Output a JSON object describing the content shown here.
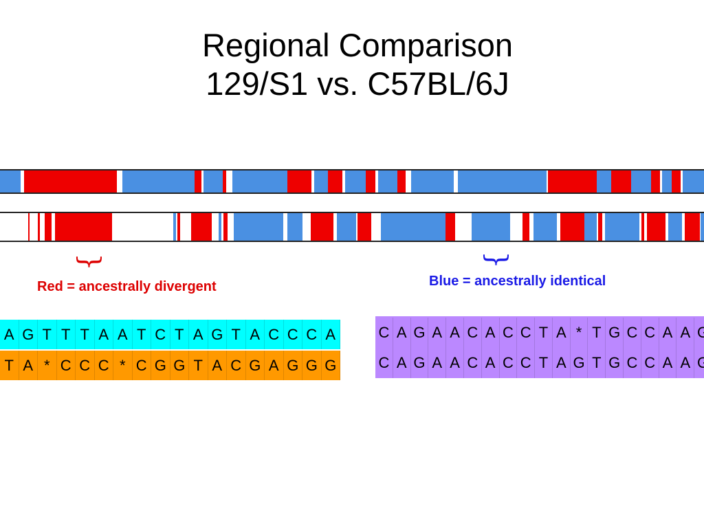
{
  "title": {
    "line1": "Regional Comparison",
    "line2": "129/S1 vs. C57BL/6J"
  },
  "colors": {
    "red": "#ee0000",
    "blue": "#4a90e2",
    "red_label": "#dd0000",
    "blue_label": "#1a1ae6",
    "cyan": "#00ffff",
    "orange": "#ff9900",
    "lavender": "#bb88ff"
  },
  "tracks": [
    {
      "name": "track-top",
      "segments": [
        {
          "from": 0,
          "to": 30,
          "color": "blue"
        },
        {
          "from": 35,
          "to": 170,
          "color": "red"
        },
        {
          "from": 178,
          "to": 283,
          "color": "blue"
        },
        {
          "from": 283,
          "to": 293,
          "color": "red"
        },
        {
          "from": 296,
          "to": 324,
          "color": "blue"
        },
        {
          "from": 324,
          "to": 329,
          "color": "red"
        },
        {
          "from": 338,
          "to": 418,
          "color": "blue"
        },
        {
          "from": 418,
          "to": 453,
          "color": "red"
        },
        {
          "from": 457,
          "to": 477,
          "color": "blue"
        },
        {
          "from": 477,
          "to": 498,
          "color": "red"
        },
        {
          "from": 502,
          "to": 532,
          "color": "blue"
        },
        {
          "from": 532,
          "to": 546,
          "color": "red"
        },
        {
          "from": 550,
          "to": 578,
          "color": "blue"
        },
        {
          "from": 578,
          "to": 590,
          "color": "red"
        },
        {
          "from": 598,
          "to": 660,
          "color": "blue"
        },
        {
          "from": 666,
          "to": 795,
          "color": "blue"
        },
        {
          "from": 797,
          "to": 868,
          "color": "red"
        },
        {
          "from": 868,
          "to": 889,
          "color": "blue"
        },
        {
          "from": 889,
          "to": 918,
          "color": "red"
        },
        {
          "from": 918,
          "to": 947,
          "color": "blue"
        },
        {
          "from": 947,
          "to": 960,
          "color": "red"
        },
        {
          "from": 963,
          "to": 977,
          "color": "blue"
        },
        {
          "from": 977,
          "to": 990,
          "color": "red"
        },
        {
          "from": 993,
          "to": 1024,
          "color": "blue"
        }
      ]
    },
    {
      "name": "track-bottom",
      "segments": [
        {
          "from": 41,
          "to": 43,
          "color": "red"
        },
        {
          "from": 55,
          "to": 58,
          "color": "red"
        },
        {
          "from": 65,
          "to": 75,
          "color": "red"
        },
        {
          "from": 80,
          "to": 163,
          "color": "red"
        },
        {
          "from": 252,
          "to": 256,
          "color": "blue"
        },
        {
          "from": 258,
          "to": 262,
          "color": "red"
        },
        {
          "from": 278,
          "to": 308,
          "color": "red"
        },
        {
          "from": 318,
          "to": 322,
          "color": "blue"
        },
        {
          "from": 325,
          "to": 331,
          "color": "red"
        },
        {
          "from": 340,
          "to": 412,
          "color": "blue"
        },
        {
          "from": 418,
          "to": 440,
          "color": "blue"
        },
        {
          "from": 452,
          "to": 485,
          "color": "red"
        },
        {
          "from": 490,
          "to": 518,
          "color": "blue"
        },
        {
          "from": 520,
          "to": 540,
          "color": "red"
        },
        {
          "from": 554,
          "to": 648,
          "color": "blue"
        },
        {
          "from": 648,
          "to": 662,
          "color": "red"
        },
        {
          "from": 686,
          "to": 742,
          "color": "blue"
        },
        {
          "from": 760,
          "to": 770,
          "color": "red"
        },
        {
          "from": 776,
          "to": 810,
          "color": "blue"
        },
        {
          "from": 815,
          "to": 850,
          "color": "red"
        },
        {
          "from": 850,
          "to": 868,
          "color": "blue"
        },
        {
          "from": 870,
          "to": 876,
          "color": "red"
        },
        {
          "from": 880,
          "to": 930,
          "color": "blue"
        },
        {
          "from": 933,
          "to": 937,
          "color": "red"
        },
        {
          "from": 941,
          "to": 968,
          "color": "red"
        },
        {
          "from": 972,
          "to": 992,
          "color": "blue"
        },
        {
          "from": 996,
          "to": 1018,
          "color": "red"
        },
        {
          "from": 1019,
          "to": 1024,
          "color": "blue"
        }
      ]
    }
  ],
  "legend": {
    "red_brace": "{",
    "red_text": "Red = ancestrally divergent",
    "blue_brace": "{",
    "blue_text": "Blue = ancestrally identical"
  },
  "alignments": {
    "divergent": {
      "top": [
        "A",
        "G",
        "T",
        "T",
        "T",
        "A",
        "A",
        "T",
        "C",
        "T",
        "A",
        "G",
        "T",
        "A",
        "C",
        "C",
        "C",
        "A"
      ],
      "bottom": [
        "T",
        "A",
        "*",
        "C",
        "C",
        "C",
        "*",
        "C",
        "G",
        "G",
        "T",
        "A",
        "C",
        "G",
        "A",
        "G",
        "G",
        "G"
      ]
    },
    "identical": {
      "top": [
        "C",
        "A",
        "G",
        "A",
        "A",
        "C",
        "A",
        "C",
        "C",
        "T",
        "A",
        "*",
        "T",
        "G",
        "C",
        "C",
        "A",
        "A",
        "G"
      ],
      "bottom": [
        "C",
        "A",
        "G",
        "A",
        "A",
        "C",
        "A",
        "C",
        "C",
        "T",
        "A",
        "G",
        "T",
        "G",
        "C",
        "C",
        "A",
        "A",
        "G"
      ]
    }
  }
}
